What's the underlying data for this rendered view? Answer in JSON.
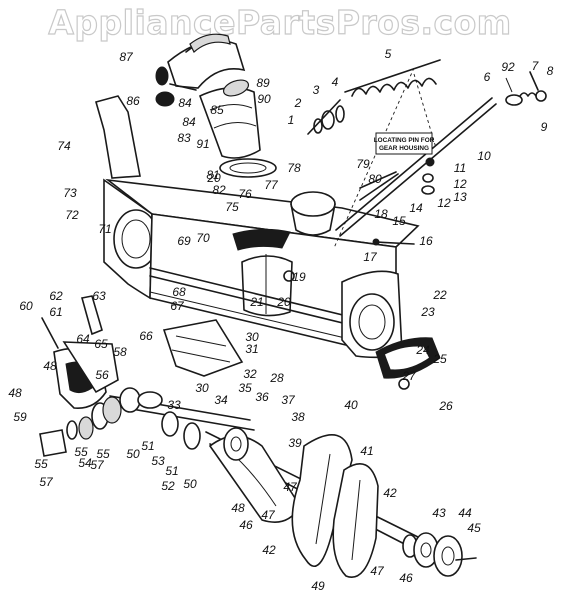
{
  "watermark": "AppliancePartsPros.com",
  "note": {
    "line1": "LOCATING PIN FOR",
    "line2": "GEAR HOUSING"
  },
  "callouts": [
    "1",
    "2",
    "3",
    "4",
    "5",
    "6",
    "7",
    "8",
    "9",
    "10",
    "11",
    "12",
    "12",
    "13",
    "14",
    "15",
    "16",
    "17",
    "18",
    "19",
    "20",
    "20",
    "21",
    "22",
    "23",
    "24",
    "25",
    "26",
    "27",
    "28",
    "30",
    "30",
    "31",
    "32",
    "33",
    "34",
    "35",
    "36",
    "37",
    "38",
    "39",
    "40",
    "41",
    "42",
    "42",
    "43",
    "44",
    "45",
    "46",
    "46",
    "47",
    "47",
    "47",
    "48",
    "48",
    "48",
    "49",
    "50",
    "50",
    "51",
    "51",
    "52",
    "53",
    "54",
    "55",
    "55",
    "55",
    "56",
    "57",
    "57",
    "58",
    "59",
    "60",
    "61",
    "62",
    "63",
    "64",
    "65",
    "66",
    "67",
    "68",
    "69",
    "70",
    "71",
    "72",
    "73",
    "74",
    "75",
    "76",
    "77",
    "78",
    "79",
    "80",
    "81",
    "82",
    "83",
    "84",
    "84",
    "85",
    "86",
    "87",
    "89",
    "90",
    "91",
    "92"
  ]
}
